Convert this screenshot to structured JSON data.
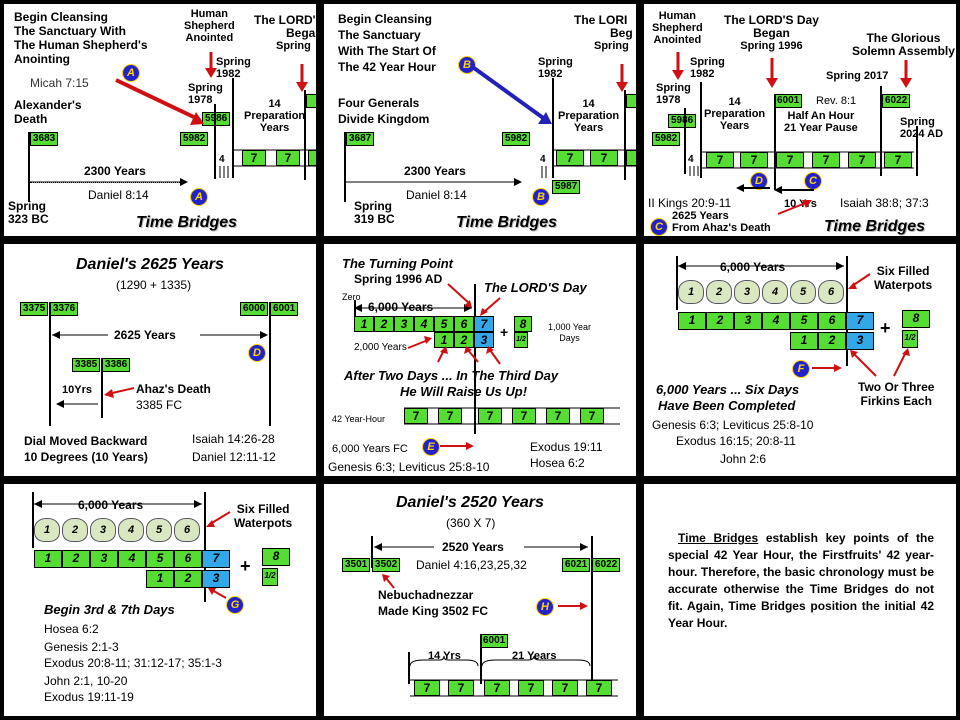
{
  "p1": {
    "begin_cleansing": "Begin Cleansing",
    "the_sanctuary_with": "The Sanctuary With",
    "the_human_shepherds": "The Human Shepherd's",
    "anointing": "Anointing",
    "micah": "Micah 7:15",
    "alexanders": "Alexander's",
    "death": "Death",
    "human": "Human",
    "shepherd": "Shepherd",
    "anointed": "Anointed",
    "spring": "Spring",
    "y1982": "1982",
    "y1978": "1978",
    "lords_cut": "The LORD'",
    "bega_cut": "Bega",
    "spring_cut": "Spring",
    "fourteen": "14",
    "preparation": "Preparation",
    "years": "Years",
    "n3683": "3683",
    "n5986": "5986",
    "n5982": "5982",
    "two300": "2300 Years",
    "four": "4",
    "daniel814": "Daniel 8:14",
    "spring_bc": "Spring",
    "y323bc": "323 BC",
    "time_bridges": "Time Bridges",
    "badge_a": "A",
    "seven": "7"
  },
  "p2": {
    "begin_cleansing": "Begin Cleansing",
    "the_sanctuary": "The Sanctuary",
    "with_start": "With The Start Of",
    "the42": "The 42 Year Hour",
    "lord_cut": "The LORI",
    "beg_cut": "Beg",
    "spring_cut": "Spring",
    "spring": "Spring",
    "y1982": "1982",
    "four_generals": "Four Generals",
    "divide": "Divide Kingdom",
    "fourteen": "14",
    "preparation": "Preparation",
    "years": "Years",
    "n3687": "3687",
    "n5982": "5982",
    "n5987": "5987",
    "two300": "2300 Years",
    "four": "4",
    "daniel814": "Daniel 8:14",
    "spring_bc": "Spring",
    "y319bc": "319 BC",
    "time_bridges": "Time Bridges",
    "badge_b": "B",
    "seven": "7"
  },
  "p3": {
    "human": "Human",
    "shepherd": "Shepherd",
    "anointed": "Anointed",
    "lords_day": "The LORD'S Day",
    "began": "Began",
    "spring1996": "Spring 1996",
    "glorious": "The Glorious",
    "solemn": "Solemn Assembly",
    "spring": "Spring",
    "y1982": "1982",
    "y1978": "1978",
    "spring2017": "Spring 2017",
    "fourteen": "14",
    "preparation": "Preparation",
    "years": "Years",
    "n6001": "6001",
    "rev81": "Rev. 8:1",
    "half_hour": "Half An Hour",
    "pause": "21 Year Pause",
    "n6022": "6022",
    "spring_b": "Spring",
    "y2024ad": "2024 AD",
    "n5986": "5986",
    "n5982": "5982",
    "four": "4",
    "kings": "II Kings 20:9-11",
    "ten_yrs": "10 Yrs",
    "isaiah": "Isaiah 38:8; 37:3",
    "y2625": "2625 Years",
    "from_ahaz": "From Ahaz's Death",
    "time_bridges": "Time Bridges",
    "badge_c": "C",
    "badge_d": "D",
    "seven": "7"
  },
  "p4": {
    "title": "Daniel's 2625 Years",
    "sub": "(1290 + 1335)",
    "n3375": "3375",
    "n3376": "3376",
    "n6000": "6000",
    "n6001": "6001",
    "y2625": "2625 Years",
    "n3385": "3385",
    "n3386": "3386",
    "ten_yrs": "10Yrs",
    "ahaz": "Ahaz's Death",
    "fc3385": "3385 FC",
    "dial": "Dial Moved Backward",
    "degrees": "10 Degrees (10 Years)",
    "isaiah": "Isaiah 14:26-28",
    "daniel": "Daniel 12:11-12",
    "badge_d": "D"
  },
  "p5": {
    "turning": "The Turning Point",
    "spring1996": "Spring 1996 AD",
    "lords_day": "The LORD'S Day",
    "zero": "Zero",
    "six000": "6,000 Years",
    "thousand": "1,000 Year",
    "days": "Days",
    "two000": "2,000 Years",
    "after_two": "After Two Days ... In The Third Day",
    "raise": "He Will Raise Us Up!",
    "hour42": "42 Year-Hour",
    "fc6000": "6,000 Years FC",
    "exodus": "Exodus 19:11",
    "hosea": "Hosea 6:2",
    "genesis": "Genesis 6:3; Leviticus 25:8-10",
    "badge_e": "E",
    "plus": "+",
    "eight": "8",
    "half": "1/2",
    "d1": "1",
    "d2": "2",
    "d3": "3",
    "d4": "4",
    "d5": "5",
    "d6": "6",
    "d7": "7",
    "seven": "7"
  },
  "p6": {
    "six000": "6,000 Years",
    "six_filled": "Six Filled",
    "waterpots": "Waterpots",
    "two_three": "Two Or Three",
    "firkins": "Firkins Each",
    "six_days": "6,000 Years ... Six Days",
    "completed": "Have Been Completed",
    "genesis": "Genesis 6:3; Leviticus 25:8-10",
    "exodus": "Exodus 16:15; 20:8-11",
    "john": "John 2:6",
    "badge_f": "F",
    "plus": "+",
    "eight": "8",
    "half": "1/2",
    "d1": "1",
    "d2": "2",
    "d3": "3",
    "d4": "4",
    "d5": "5",
    "d6": "6",
    "d7": "7"
  },
  "p7": {
    "six000": "6,000 Years",
    "six_filled": "Six Filled",
    "waterpots": "Waterpots",
    "begin_days": "Begin 3rd & 7th Days",
    "hosea": "Hosea 6:2",
    "genesis": "Genesis 2:1-3",
    "exodus": "Exodus 20:8-11; 31:12-17; 35:1-3",
    "john": "John 2:1, 10-20",
    "exodus2": "Exodus 19:11-19",
    "badge_g": "G",
    "plus": "+",
    "eight": "8",
    "half": "1/2",
    "d1": "1",
    "d2": "2",
    "d3": "3",
    "d4": "4",
    "d5": "5",
    "d6": "6",
    "d7": "7"
  },
  "p8": {
    "title": "Daniel's 2520 Years",
    "sub": "(360 X 7)",
    "y2520": "2520 Years",
    "n3501": "3501",
    "n3502": "3502",
    "daniel": "Daniel 4:16,23,25,32",
    "n6021": "6021",
    "n6022": "6022",
    "nebu": "Nebuchadnezzar",
    "made_king": "Made King 3502 FC",
    "n6001": "6001",
    "y14": "14 Yrs",
    "y21": "21 Years",
    "badge_h": "H",
    "seven": "7"
  },
  "p9": {
    "lead": "Time Bridges",
    "text": "establish key points of the special 42 Year Hour, the Firstfruits' 42 year-hour. Therefore, the basic chronology must be accurate otherwise the Time Bridges do not fit. Again, Time Bridges position the initial 42 Year Hour."
  }
}
